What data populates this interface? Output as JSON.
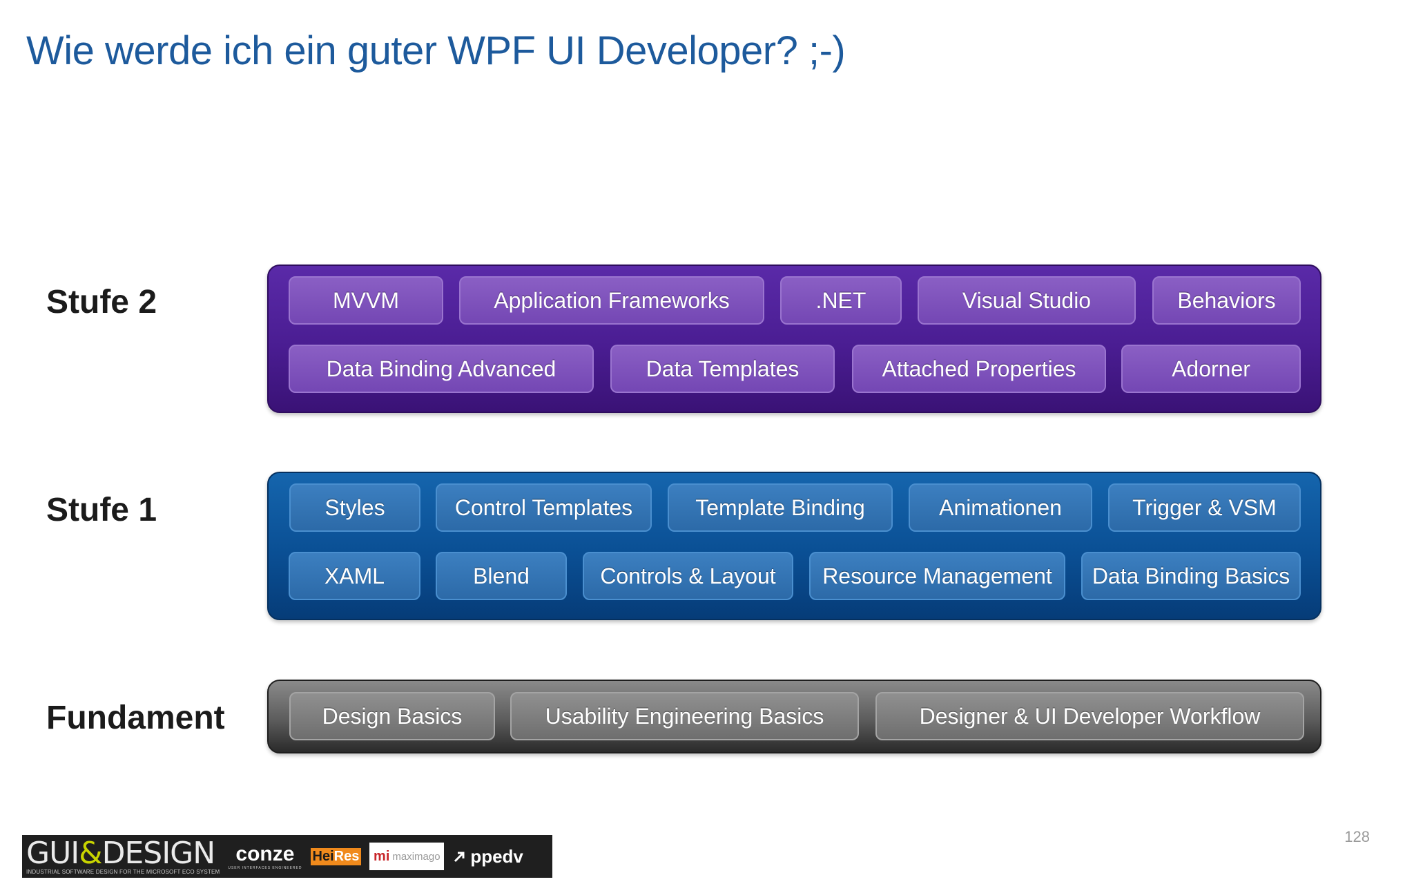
{
  "title": "Wie werde ich ein guter WPF UI Developer? ;-)",
  "levels": {
    "stufe2": {
      "label": "Stufe 2",
      "color": "#4a1d92",
      "row1": [
        "MVVM",
        "Application Frameworks",
        ".NET",
        "Visual Studio",
        "Behaviors"
      ],
      "row2": [
        "Data Binding Advanced",
        "Data Templates",
        "Attached Properties",
        "Adorner"
      ]
    },
    "stufe1": {
      "label": "Stufe 1",
      "color": "#0a4f94",
      "row1": [
        "Styles",
        "Control Templates",
        "Template Binding",
        "Animationen",
        "Trigger & VSM"
      ],
      "row2": [
        "XAML",
        "Blend",
        "Controls & Layout",
        "Resource Management",
        "Data Binding Basics"
      ]
    },
    "fundament": {
      "label": "Fundament",
      "color": "#5c5c5c",
      "row1": [
        "Design Basics",
        "Usability Engineering Basics",
        "Designer & UI Developer Workflow"
      ]
    }
  },
  "page_number": "128",
  "footer_logos": {
    "gui_design": "GUI&DESIGN",
    "gui_design_tagline": "INDUSTRIAL SOFTWARE DESIGN FOR THE MICROSOFT ECO SYSTEM",
    "conze": "conze",
    "conze_tagline": "USER INTERFACES ENGINEERED",
    "heires": "HeiRes",
    "maximago": "maximago",
    "ppedv": "ppedv"
  }
}
